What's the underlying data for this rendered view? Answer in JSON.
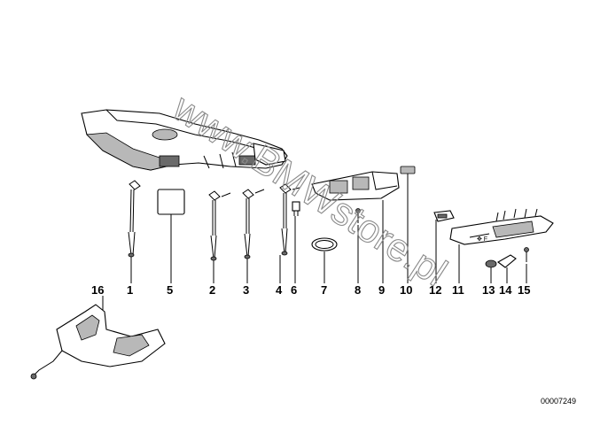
{
  "diagram": {
    "callouts": [
      "16",
      "1",
      "5",
      "2",
      "3",
      "4",
      "6",
      "7",
      "8",
      "9",
      "10",
      "12",
      "11",
      "13",
      "14",
      "15"
    ],
    "drawing_code": "00007249",
    "watermark": "www.BMWstore.pl"
  }
}
